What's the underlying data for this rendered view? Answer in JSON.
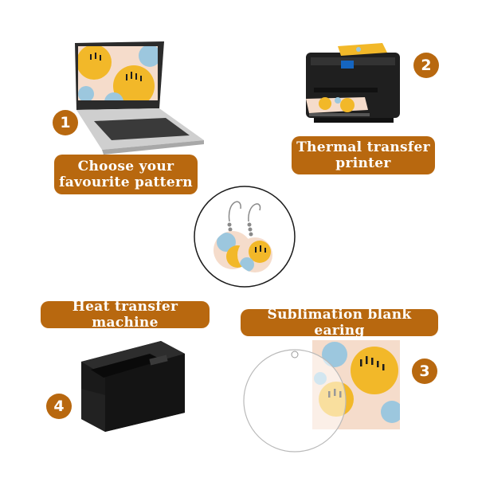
{
  "steps": [
    {
      "number": "1",
      "label_lines": [
        "Choose your",
        "favourite pattern"
      ],
      "image": "laptop-icon"
    },
    {
      "number": "2",
      "label_lines": [
        "Thermal transfer",
        "printer"
      ],
      "image": "printer-icon"
    },
    {
      "number": "3",
      "label_lines": [
        "Sublimation  blank earing"
      ],
      "image": "blank-disc-icon"
    },
    {
      "number": "4",
      "label_lines": [
        "Heat transfer machine"
      ],
      "image": "thermal-printer-icon"
    }
  ],
  "center_image": "earrings-icon",
  "colors": {
    "accent": "#b8680f",
    "pattern_yellow": "#f2b829",
    "pattern_blue": "#9cc7de",
    "pattern_peach": "#f5dccb"
  }
}
